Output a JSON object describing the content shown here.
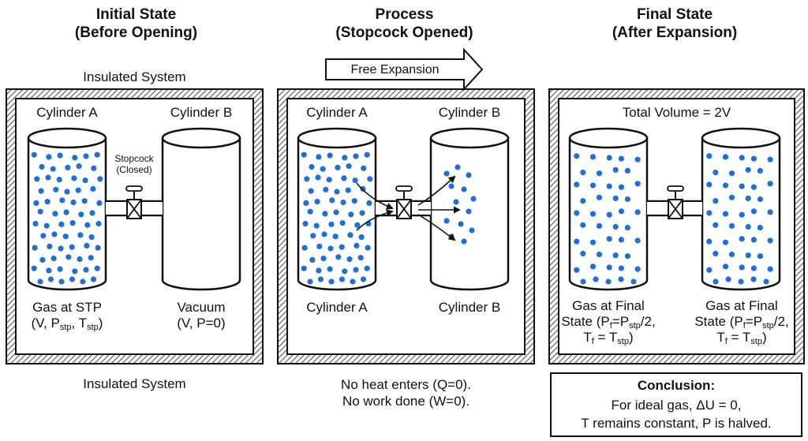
{
  "panels": {
    "initial": {
      "title_line1": "Initial State",
      "title_line2": "(Before Opening)",
      "insulated_top": "Insulated System",
      "insulated_bottom": "Insulated System",
      "cyl_a_label": "Cylinder A",
      "cyl_b_label": "Cylinder B",
      "stopcock_line1": "Stopcock",
      "stopcock_line2": "(Closed)",
      "gas_line1": "Gas at STP",
      "gas_line2_pre": "(V, P",
      "gas_line2_sub1": "stp",
      "gas_line2_mid": ", T",
      "gas_line2_sub2": "stp",
      "gas_line2_post": ")",
      "vacuum_line1": "Vacuum",
      "vacuum_line2": "(V, P=0)"
    },
    "process": {
      "title_line1": "Process",
      "title_line2": "(Stopcock Opened)",
      "arrow_label": "Free Expansion",
      "cyl_a_top": "Cylinder A",
      "cyl_b_top": "Cylinder B",
      "cyl_a_bottom": "Cylinder A",
      "cyl_b_bottom": "Cylinder B",
      "note_line1": "No heat enters (Q=0).",
      "note_line2": "No work done (W=0)."
    },
    "final": {
      "title_line1": "Final State",
      "title_line2": "(After Expansion)",
      "total_volume": "Total Volume = 2V",
      "gas_line1": "Gas at Final",
      "gas_line2_pre": "State (P",
      "gas_line2_sub1": "f",
      "gas_line2_mid": "=P",
      "gas_line2_sub2": "stp",
      "gas_line2_post": "/2,",
      "gas_line3_pre": "T",
      "gas_line3_sub1": "f",
      "gas_line3_mid": " = T",
      "gas_line3_sub2": "stp",
      "gas_line3_post": ")"
    }
  },
  "conclusion": {
    "heading": "Conclusion:",
    "line1": "For ideal gas, ΔU = 0,",
    "line2": "T remains constant, P is halved."
  },
  "colors": {
    "gas_dot": "#1f6fd6",
    "outline": "#111111",
    "wall_hatch": "#666666"
  }
}
